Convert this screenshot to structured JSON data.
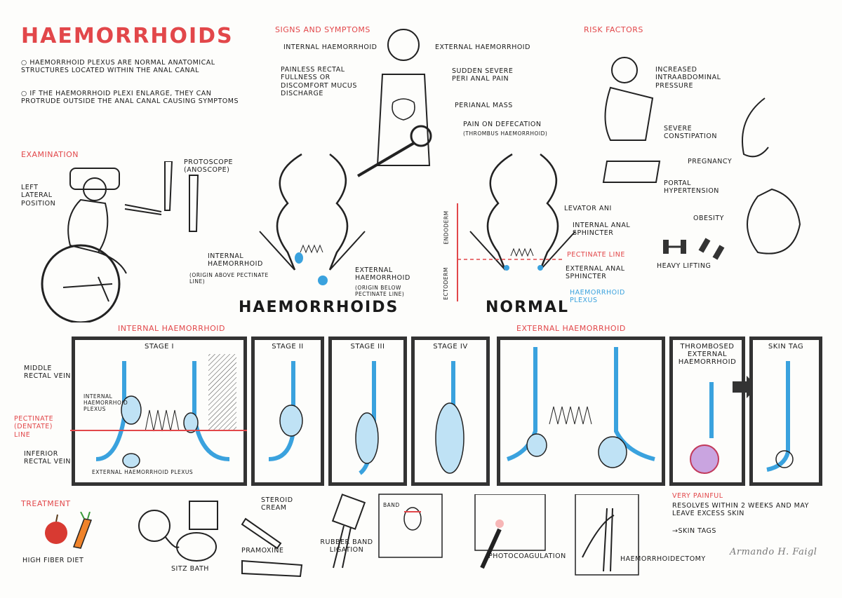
{
  "title": "HAEMORRHOIDS",
  "intro": [
    "HAEMORRHOID PLEXUS ARE NORMAL ANATOMICAL STRUCTURES LOCATED WITHIN THE ANAL CANAL",
    "IF THE HAEMORRHOID PLEXI ENLARGE, THEY CAN PROTRUDE OUTSIDE THE ANAL CANAL CAUSING SYMPTOMS"
  ],
  "examination": {
    "heading": "EXAMINATION",
    "left_lateral": "LEFT LATERAL POSITION",
    "proctoscope": "PROTOSCOPE (ANOSCOPE)"
  },
  "signs": {
    "heading": "SIGNS AND SYMPTOMS",
    "internal": "INTERNAL HAEMORRHOID",
    "internal_symptoms": "PAINLESS RECTAL FULLNESS OR DISCOMFORT MUCUS DISCHARGE",
    "external": "EXTERNAL HAEMORRHOID",
    "external_pain": "SUDDEN SEVERE PERI ANAL PAIN",
    "perianal_mass": "PERIANAL MASS",
    "pain_defecation": "PAIN ON DEFECATION",
    "thrombus": "(THROMBUS HAEMORRHOID)"
  },
  "risk": {
    "heading": "RISK FACTORS",
    "pressure": "INCREASED INTRAABDOMINAL PRESSURE",
    "constipation": "SEVERE CONSTIPATION",
    "pregnancy": "PREGNANCY",
    "portal": "PORTAL HYPERTENSION",
    "obesity": "OBESITY",
    "lifting": "HEAVY LIFTING"
  },
  "anatomy": {
    "haemorrhoids_label": "HAEMORRHOIDS",
    "normal_label": "NORMAL",
    "internal": "INTERNAL HAEMORRHOID",
    "internal_origin": "(ORIGIN ABOVE PECTINATE LINE)",
    "external": "EXTERNAL HAEMORRHOID",
    "external_origin": "(ORIGIN BELOW PECTINATE LINE)",
    "levator": "LEVATOR ANI",
    "internal_sphincter": "INTERNAL ANAL SPHINCTER",
    "pectinate": "PECTINATE LINE",
    "external_sphincter": "EXTERNAL ANAL SPHINCTER",
    "plexus": "HAEMORRHOID PLEXUS",
    "endoderm": "ENDODERM",
    "ectoderm": "ECTODERM"
  },
  "stages": {
    "internal_heading": "INTERNAL HAEMORRHOID",
    "external_heading": "EXTERNAL HAEMORRHOID",
    "stage1": "STAGE I",
    "stage2": "STAGE II",
    "stage3": "STAGE III",
    "stage4": "STAGE IV",
    "thrombosed": "THROMBOSED EXTERNAL HAEMORRHOID",
    "skin_tag": "SKIN TAG",
    "middle_vein": "MIDDLE RECTAL VEIN",
    "internal_plexus": "INTERNAL HAEMORRHOID PLEXUS",
    "pectinate": "PECTINATE (DENTATE) LINE",
    "inferior_vein": "INFERIOR RECTAL VEIN",
    "external_plexus": "EXTERNAL HAEMORRHOID PLEXUS"
  },
  "treatment": {
    "heading": "TREATMENT",
    "fiber": "HIGH FIBER DIET",
    "sitz": "SITZ BATH",
    "steroid": "STEROID CREAM",
    "pramoxine": "PRAMOXINE",
    "band": "BAND",
    "rubber": "RUBBER BAND LIGATION",
    "photo": "PHOTOCOAGULATION",
    "haemorrhoidectomy": "HAEMORRHOIDECTOMY",
    "painful": "VERY PAINFUL",
    "resolves": "RESOLVES WITHIN 2 WEEKS AND MAY LEAVE EXCESS SKIN",
    "skintags": "→SKIN TAGS"
  },
  "signature": "Armando H. Faigl",
  "colors": {
    "accent": "#e2474a",
    "blue": "#3aa2de",
    "ink": "#1a1a1a"
  }
}
